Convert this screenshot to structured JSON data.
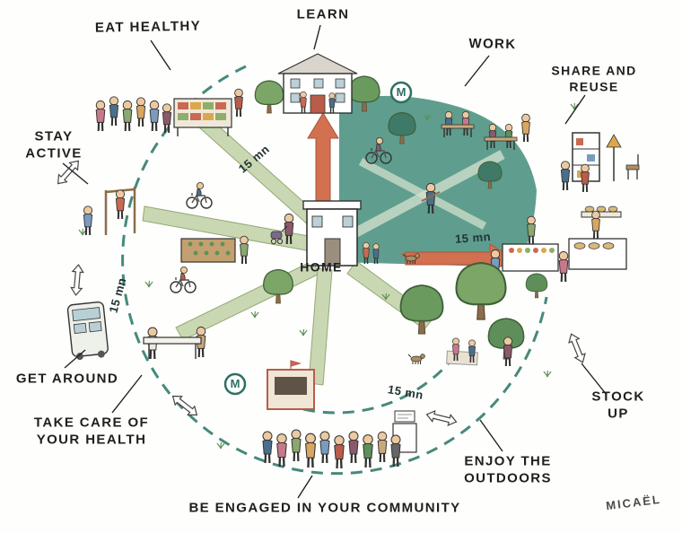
{
  "labels": {
    "eat_healthy": "EAT HEALTHY",
    "learn": "LEARN",
    "work": "WORK",
    "share_reuse": "SHARE AND\nREUSE",
    "stay_active": "STAY\nACTIVE",
    "get_around": "GET AROUND",
    "take_care": "TAKE CARE OF\nYOUR HEALTH",
    "community": "BE ENGAGED IN YOUR COMMUNITY",
    "outdoors": "ENJOY THE\nOUTDOORS",
    "stock_up": "STOCK UP",
    "home": "HOME"
  },
  "time_label": "15 mn",
  "metro_sign_letter": "M",
  "signature": "MICAËL",
  "colors": {
    "teal": "#5f9e8e",
    "road": "#c9d8b2",
    "road_edge": "#93a878",
    "arrow_red": "#d2704f",
    "dash": "#46897c",
    "ink": "#1f1f1f"
  }
}
